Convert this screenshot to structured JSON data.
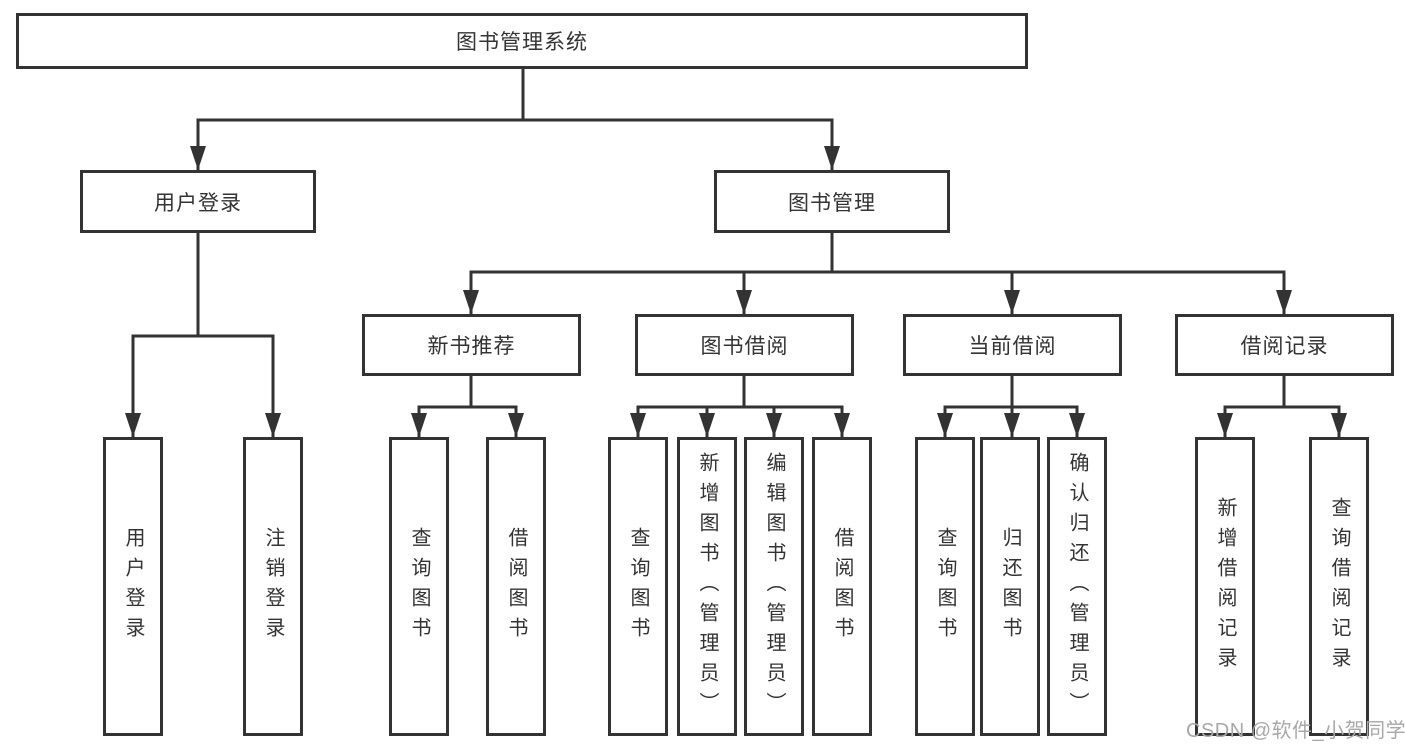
{
  "root": {
    "label": "图书管理系统"
  },
  "branches": [
    {
      "label": "用户登录",
      "children": [
        "用户登录",
        "注销登录"
      ]
    },
    {
      "label": "图书管理",
      "children": [
        {
          "label": "新书推荐",
          "children": [
            "查询图书",
            "借阅图书"
          ]
        },
        {
          "label": "图书借阅",
          "children": [
            "查询图书",
            "新增图书（管理员）",
            "编辑图书（管理员）",
            "借阅图书"
          ]
        },
        {
          "label": "当前借阅",
          "children": [
            "查询图书",
            "归还图书",
            "确认归还（管理员）"
          ]
        },
        {
          "label": "借阅记录",
          "children": [
            "新增借阅记录",
            "查询借阅记录"
          ]
        }
      ]
    }
  ],
  "watermark": "CSDN @软件_小贺同学",
  "colors": {
    "line": "#333333",
    "box_border": "#333333",
    "text": "#333333",
    "background": "#ffffff",
    "watermark": "#a8a8a8"
  }
}
